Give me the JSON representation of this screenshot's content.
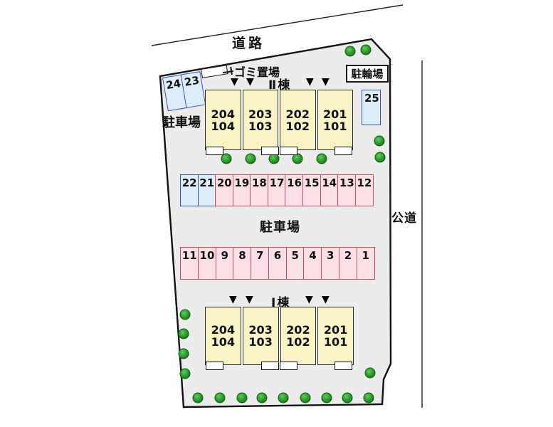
{
  "plan": {
    "labels": {
      "road": "道路",
      "public_road": "公道",
      "garbage": "ゴミ置場",
      "bicycle_parking": "駐輪場",
      "parking_left": "駐車場",
      "parking_center": "駐車場"
    },
    "building_upper": {
      "name": "Ⅱ棟",
      "units": [
        {
          "upper": "204",
          "lower": "104"
        },
        {
          "upper": "203",
          "lower": "103"
        },
        {
          "upper": "202",
          "lower": "102"
        },
        {
          "upper": "201",
          "lower": "101"
        }
      ]
    },
    "building_lower": {
      "name": "Ⅰ棟",
      "units": [
        {
          "upper": "204",
          "lower": "104"
        },
        {
          "upper": "203",
          "lower": "103"
        },
        {
          "upper": "202",
          "lower": "102"
        },
        {
          "upper": "201",
          "lower": "101"
        }
      ]
    },
    "parking": {
      "row_upper": [
        "22",
        "21",
        "20",
        "19",
        "18",
        "17",
        "16",
        "15",
        "14",
        "13",
        "12"
      ],
      "row_lower": [
        "11",
        "10",
        "9",
        "8",
        "7",
        "6",
        "5",
        "4",
        "3",
        "2",
        "1"
      ],
      "stall_24": "24",
      "stall_23": "23",
      "stall_25": "25"
    },
    "icons": {
      "entrance_marker": "▼"
    },
    "colors": {
      "site_fill": "#ececec",
      "boundary": "#111111",
      "building_fill": "#faf3c6",
      "stall_blue_fill": "#ddeefa",
      "stall_blue_border": "#3a52b4",
      "stall_pink_fill": "#fcdfe7",
      "stall_pink_border": "#cf4a60",
      "tree_green": "#2c9a2c"
    }
  }
}
